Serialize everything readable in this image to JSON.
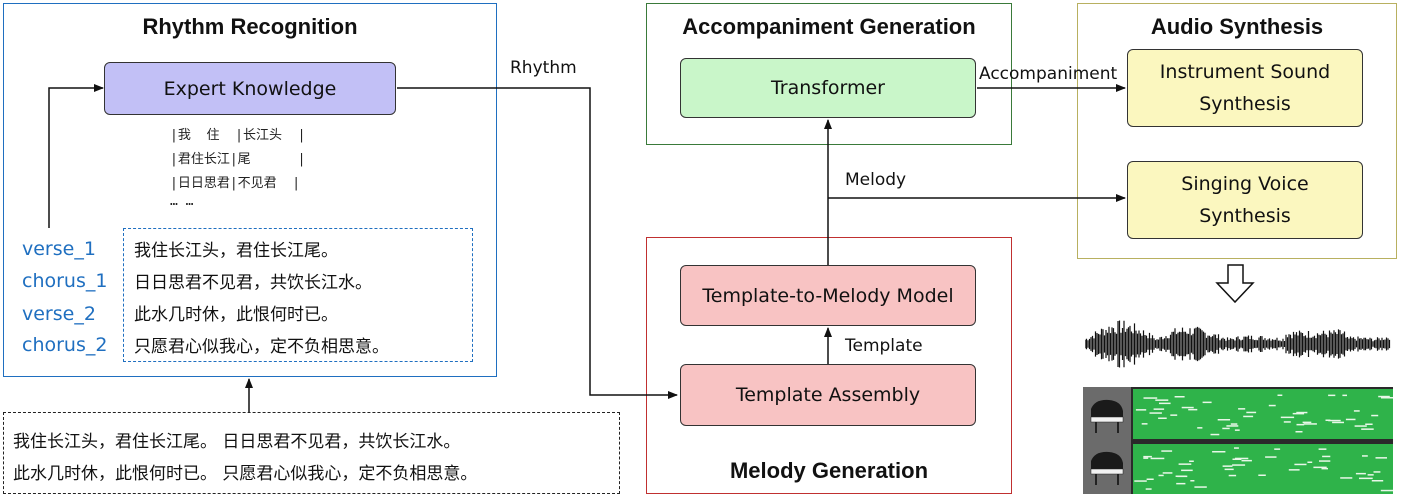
{
  "panels": {
    "rhythm": {
      "title": "Rhythm Recognition",
      "border": "#1f6fc0"
    },
    "accompaniment": {
      "title": "Accompaniment Generation",
      "border": "#3a7a3a"
    },
    "audio": {
      "title": "Audio Synthesis",
      "border": "#b8b060"
    },
    "melody": {
      "title": "Melody Generation",
      "border": "#c03030"
    }
  },
  "nodes": {
    "expert_knowledge": {
      "label": "Expert Knowledge",
      "fill": "#c2c0f6"
    },
    "transformer": {
      "label": "Transformer",
      "fill": "#c9f6c9"
    },
    "instrument_sound": {
      "line1": "Instrument Sound",
      "line2": "Synthesis",
      "fill": "#fbf7bf"
    },
    "singing_voice": {
      "line1": "Singing Voice",
      "line2": "Synthesis",
      "fill": "#fbf7bf"
    },
    "template_to_melody": {
      "label": "Template-to-Melody Model",
      "fill": "#f8c3c3"
    },
    "template_assembly": {
      "label": "Template Assembly",
      "fill": "#f8c3c3"
    }
  },
  "edge_labels": {
    "rhythm": "Rhythm",
    "accompaniment": "Accompaniment",
    "melody": "Melody",
    "template": "Template"
  },
  "pattern_lines": [
    "|我  住  |长江头  |",
    "|君住长江|尾      |",
    "|日日思君|不见君  |",
    "… …"
  ],
  "lyrics_structured": {
    "tags": [
      "verse_1",
      "chorus_1",
      "verse_2",
      "chorus_2"
    ],
    "lines": [
      "我住长江头，君住长江尾。",
      "日日思君不见君，共饮长江水。",
      "此水几时休，此恨何时已。",
      "只愿君心似我心，定不负相思意。"
    ]
  },
  "lyrics_input": {
    "line1": "我住长江头，君住长江尾。 日日思君不见君，共饮长江水。",
    "line2": "此水几时休，此恨何时已。 只愿君心似我心，定不负相思意。"
  },
  "colors": {
    "tag_blue": "#1f6fc0",
    "piano_roll_green": "#2fb34a"
  }
}
